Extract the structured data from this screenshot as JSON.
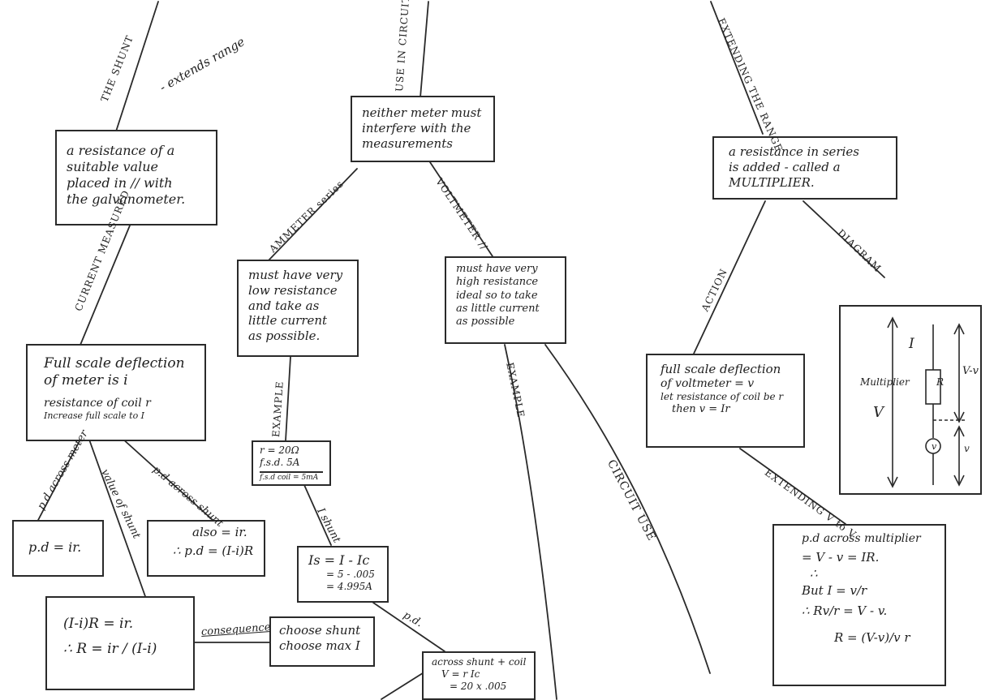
{
  "branches": {
    "shunt": "THE SHUNT",
    "shunt_note": "- extends range",
    "use_in_circuits": "USE IN CIRCUITS",
    "extending_the_range": "EXTENDING THE RANGE",
    "current_measured": "CURRENT MEASURED",
    "ammeter_series": "AMMETER series",
    "voltmeter_parallel": "VOLTMETER //",
    "diagram": "DIAGRAM",
    "action": "ACTION",
    "example_left": "EXAMPLE",
    "example_right": "EXAMPLE",
    "pd_across_meter": "p.d across meter",
    "value_of_shunt": "value of shunt",
    "pd_across_shunt": "p.d across shunt",
    "i_shunt": "I shunt",
    "pd_label": "p.d.",
    "consequence": "consequence",
    "circuit_use": "CIRCUIT USE",
    "extending_v": "EXTENDING V to V"
  },
  "nodes": {
    "shunt_def": [
      "a resistance of a",
      "suitable value",
      "placed in // with",
      "the galvanometer."
    ],
    "neither_meter": [
      "neither meter must",
      "interfere with the",
      "measurements"
    ],
    "multiplier_def": [
      "a resistance in series",
      "is added - called a",
      "MULTIPLIER."
    ],
    "ammeter": [
      "must have very",
      "low resistance",
      "and take as",
      "little current",
      "as possible."
    ],
    "voltmeter": [
      "must have very",
      "high resistance",
      "ideal so to take",
      "as little current",
      "as possible"
    ],
    "fsd": [
      "Full scale deflection",
      "of meter is i",
      "resistance of coil r"
    ],
    "fsd_extra": "Increase full scale to I",
    "fsd_voltmeter": [
      "full scale deflection",
      "of voltmeter = v",
      "let resistance of coil be r",
      "then v = Ir"
    ],
    "pd_ir": [
      "p.d = ir."
    ],
    "also_ir": [
      "also = ir.",
      "∴ p.d = (I-i)R"
    ],
    "example_values": [
      "r = 20Ω",
      "f.s.d. 5A"
    ],
    "example_values_extra": "f.s.d coil = 5mA",
    "is_calc": [
      "Is = I - Ic",
      "= 5 - .005",
      "= 4.995A"
    ],
    "equation": [
      "(I-i)R = ir.",
      "∴ R = ir / (I-i)"
    ],
    "choose_shunt": [
      "choose shunt",
      "choose max I"
    ],
    "across_shunt": [
      "across shunt + coil",
      "V = r Ic",
      "= 20 x .005"
    ],
    "multiplier_pd": [
      "p.d across multiplier",
      "= V - v = IR.",
      "∴",
      "But I = v/r",
      "∴ Rv/r = V - v.",
      "R = (V-v)/v r"
    ]
  },
  "circuit": {
    "current_label": "I",
    "multiplier_label": "Multiplier",
    "resistor_label": "R",
    "voltage_total": "V",
    "voltage_diff": "V-v",
    "voltmeter_symbol": "v",
    "voltage_small": "v"
  }
}
